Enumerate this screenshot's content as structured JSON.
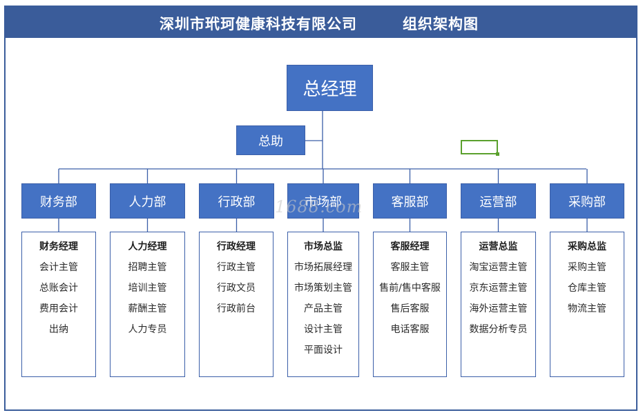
{
  "title": {
    "company": "深圳市玳珂健康科技有限公司",
    "chart": "组织架构图"
  },
  "ceo": "总经理",
  "assistant": "总助",
  "watermark": "1688.com",
  "colors": {
    "header": "#3a5c9a",
    "box": "#4472c4",
    "selection": "#5aa02c"
  },
  "departments": [
    {
      "name": "财务部",
      "head": "财务经理",
      "items": [
        "会计主管",
        "总账会计",
        "费用会计",
        "出纳"
      ]
    },
    {
      "name": "人力部",
      "head": "人力经理",
      "items": [
        "招聘主管",
        "培训主管",
        "薪酬主管",
        "人力专员"
      ]
    },
    {
      "name": "行政部",
      "head": "行政经理",
      "items": [
        "行政主管",
        "行政文员",
        "行政前台"
      ]
    },
    {
      "name": "市场部",
      "head": "市场总监",
      "items": [
        "市场拓展经理",
        "市场策划主管",
        "产品主管",
        "设计主管",
        "平面设计"
      ]
    },
    {
      "name": "客服部",
      "head": "客服经理",
      "items": [
        "客服主管",
        "售前/售中客服",
        "售后客服",
        "电话客服"
      ]
    },
    {
      "name": "运营部",
      "head": "运营总监",
      "items": [
        "淘宝运营主管",
        "京东运营主管",
        "海外运营主管",
        "数据分析专员"
      ]
    },
    {
      "name": "采购部",
      "head": "采购总监",
      "items": [
        "采购主管",
        "仓库主管",
        "物流主管"
      ]
    }
  ]
}
